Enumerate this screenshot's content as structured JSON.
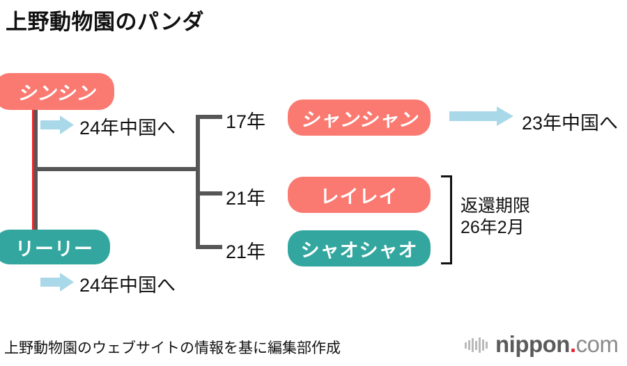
{
  "title": "上野動物園のパンダ",
  "parents": [
    {
      "name": "シンシン",
      "color": "#fa7a72",
      "note": "24年中国へ",
      "arrow": "right-arrow-icon"
    },
    {
      "name": "リーリー",
      "color": "#33a79f",
      "note": "24年中国へ",
      "arrow": "right-arrow-icon"
    }
  ],
  "offspring": [
    {
      "year": "17年",
      "name": "シャンシャン",
      "color": "#fa7a72",
      "note": "23年中国へ",
      "arrow": "right-arrow-icon"
    },
    {
      "year": "21年",
      "name": "レイレイ",
      "color": "#fa7a72",
      "note": "",
      "arrow": ""
    },
    {
      "year": "21年",
      "name": "シャオシャオ",
      "color": "#33a79f",
      "note": "",
      "arrow": ""
    }
  ],
  "deadline": {
    "line1": "返還期限",
    "line2": "26年2月"
  },
  "source": "上野動物園のウェブサイトの情報を基に編集部作成",
  "logo": {
    "icon": "sound-bars-icon",
    "name": "nippon",
    "dot": ".",
    "tld": "com",
    "name_color": "#5b5b5b",
    "dot_color": "#e8212b",
    "tld_color": "#8b8b8b"
  },
  "colors": {
    "pink": "#fa7a72",
    "teal": "#33a79f",
    "arrow_blue": "#a9d8e8",
    "line_gray": "#565656",
    "line_red": "#fb1f22"
  }
}
